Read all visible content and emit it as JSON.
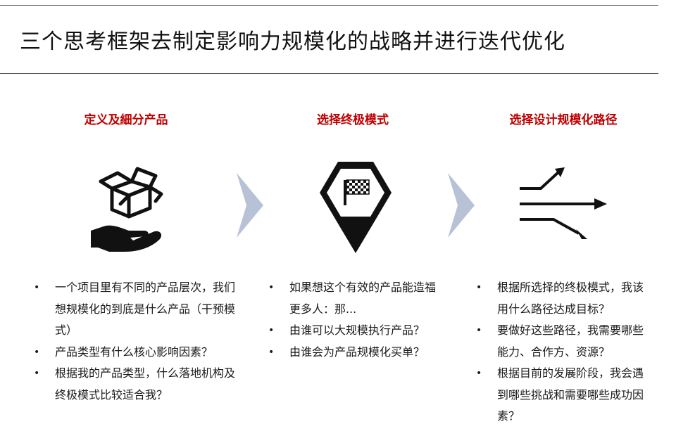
{
  "title": "三个思考框架去制定影响力规模化的战略并进行迭代优化",
  "columns": [
    {
      "heading": "定义及細分产品",
      "icon": "box-in-hand-icon",
      "bullets": [
        "一个项目里有不同的产品层次，我们想规模化的到底是什么产品（干预模式）",
        "产品类型有什么核心影响因素？",
        "根据我的产品类型，什么落地机构及终极模式比较适合我？"
      ]
    },
    {
      "heading": "选择终极模式",
      "icon": "map-pin-checkered-flag-icon",
      "bullets": [
        "如果想这个有效的产品能造福更多人：那...",
        "由谁可以大规模执行产品？",
        "由谁会为产品规模化买单？"
      ]
    },
    {
      "heading": "选择设计规模化路径",
      "icon": "diverging-arrows-icon",
      "bullets": [
        "根据所选择的终极模式，我该用什么路径达成目标？",
        "要做好这些路径，我需要哪些能力、合作方、资源？",
        "根据目前的发展阶段，我会遇到哪些挑战和需要哪些成功因素？"
      ]
    }
  ],
  "colors": {
    "heading": "#c00000",
    "chevron": "#b8c2d6",
    "icon": "#111111"
  }
}
